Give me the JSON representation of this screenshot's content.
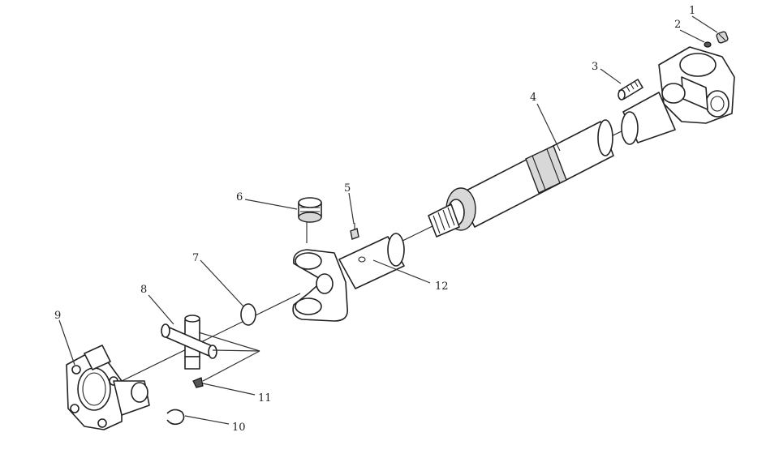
{
  "diagram": {
    "callouts": [
      {
        "id": "1",
        "text": "1"
      },
      {
        "id": "2",
        "text": "2"
      },
      {
        "id": "3",
        "text": "3"
      },
      {
        "id": "4",
        "text": "4"
      },
      {
        "id": "5",
        "text": "5"
      },
      {
        "id": "6",
        "text": "6"
      },
      {
        "id": "7",
        "text": "7"
      },
      {
        "id": "8",
        "text": "8"
      },
      {
        "id": "9",
        "text": "9"
      },
      {
        "id": "10",
        "text": "10"
      },
      {
        "id": "11",
        "text": "11"
      },
      {
        "id": "12",
        "text": "12"
      }
    ]
  }
}
